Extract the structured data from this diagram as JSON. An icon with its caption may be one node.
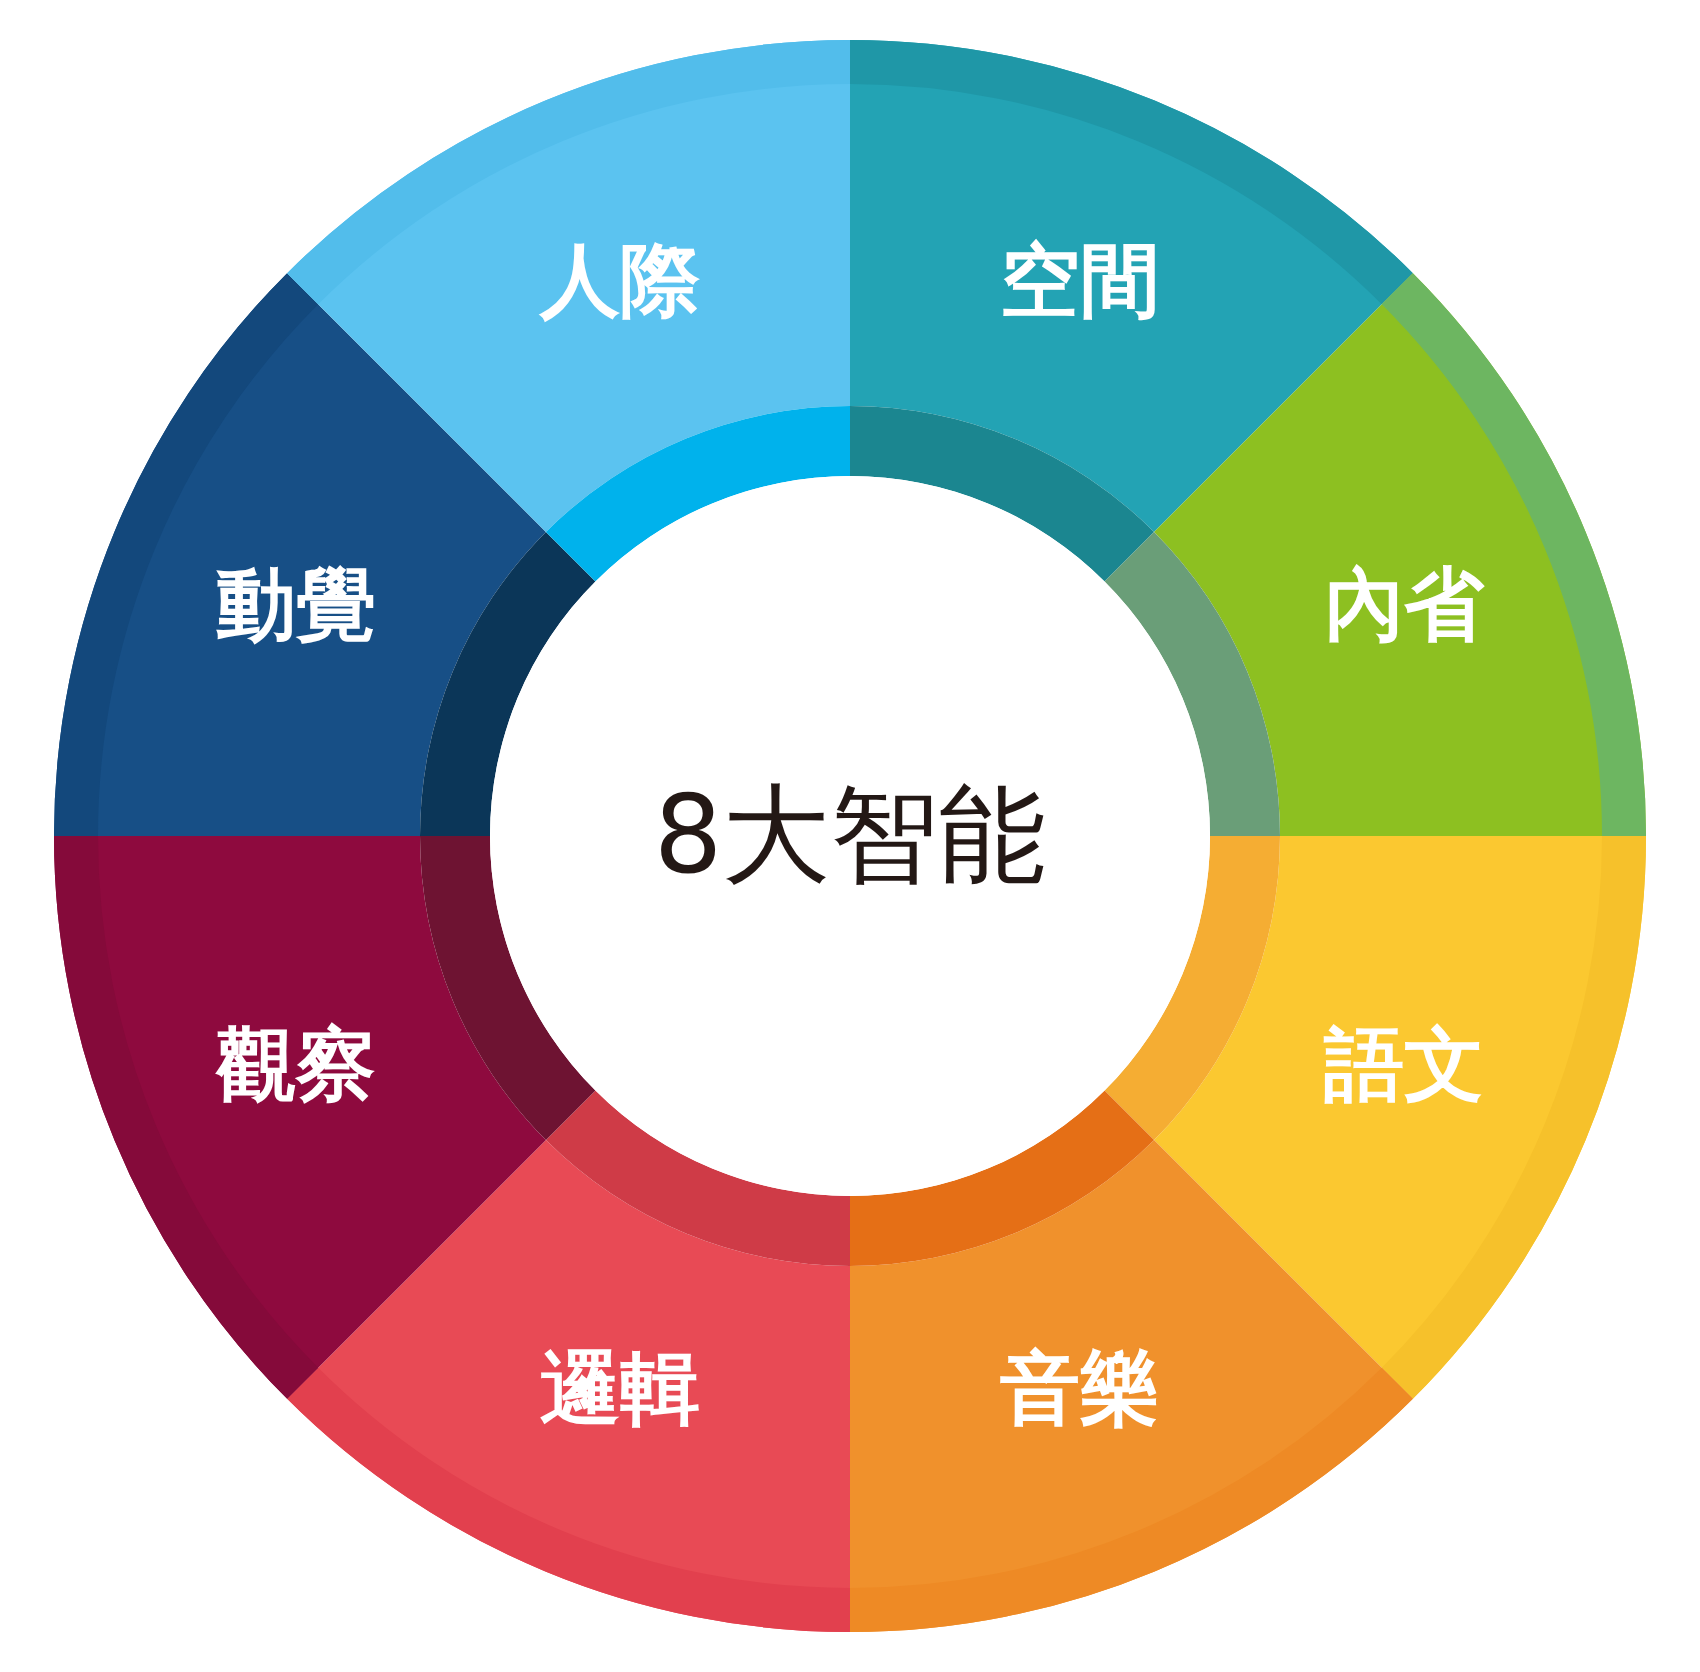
{
  "diagram": {
    "nodes": [
      {
        "text": [
          "空間"
        ]
      },
      {
        "text": [
          "內省"
        ]
      },
      {
        "text": [
          "語文"
        ]
      },
      {
        "text": [
          "音樂"
        ]
      },
      {
        "text": [
          "邏輯"
        ]
      },
      {
        "text": [
          "觀察"
        ]
      },
      {
        "text": [
          "動覺"
        ]
      },
      {
        "text": [
          "人際"
        ]
      },
      {
        "text": [
          "8大智能"
        ]
      }
    ]
  }
}
